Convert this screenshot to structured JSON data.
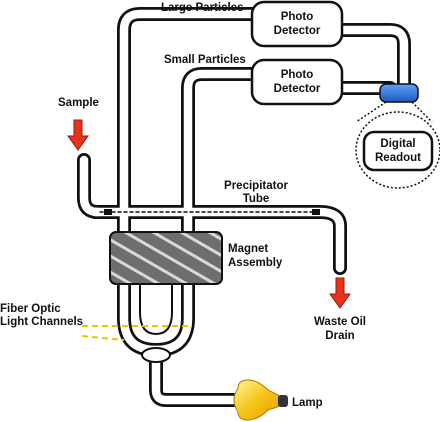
{
  "labels": {
    "large_particles": "Large Particles",
    "small_particles": "Small Particles",
    "sample": "Sample",
    "precipitator_tube_1": "Precipitator",
    "precipitator_tube_2": "Tube",
    "magnet_assembly_1": "Magnet",
    "magnet_assembly_2": "Assembly",
    "fiber_optic_1": "Fiber Optic",
    "fiber_optic_2": "Light Channels",
    "waste_oil_drain_1": "Waste Oil",
    "waste_oil_drain_2": "Drain",
    "lamp": "Lamp"
  },
  "boxes": {
    "photo_detector_top_1": "Photo",
    "photo_detector_top_2": "Detector",
    "photo_detector_bottom_1": "Photo",
    "photo_detector_bottom_2": "Detector",
    "digital_readout_1": "Digital",
    "digital_readout_2": "Readout"
  },
  "colors": {
    "arrow_red": "#e8331c",
    "readout_blue": "#2a6fd6",
    "lamp_yellow": "#f5c518",
    "fiber_dash": "#e6c700",
    "magnet_gray": "#6e6e6e"
  },
  "icons": {
    "sample_arrow": "down-arrow-icon",
    "drain_arrow": "down-arrow-icon",
    "lamp": "light-bulb-icon",
    "readout_sensor": "sensor-icon"
  }
}
